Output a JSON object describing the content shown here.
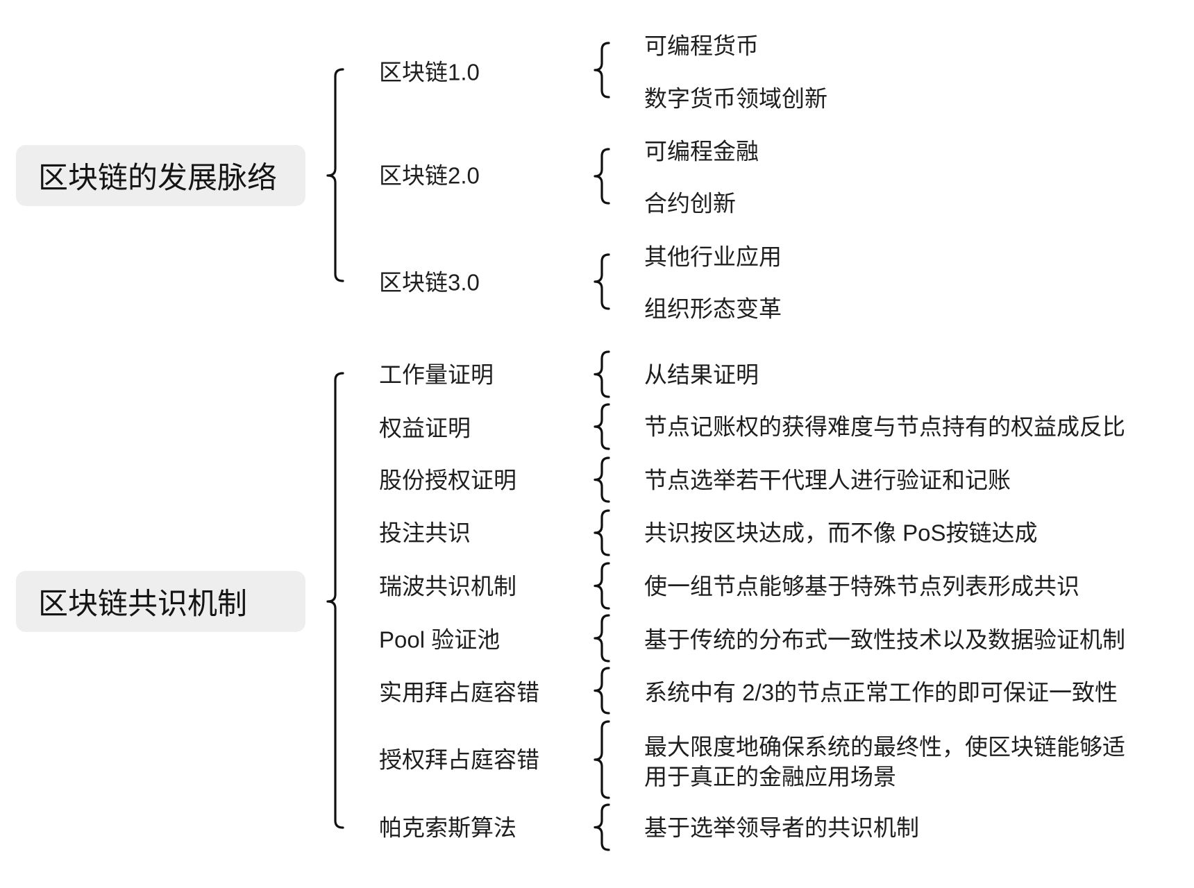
{
  "sections": [
    {
      "title": "区块链的发展脉络",
      "children": [
        {
          "label": "区块链1.0",
          "details": [
            "可编程货币",
            "数字货币领域创新"
          ]
        },
        {
          "label": "区块链2.0",
          "details": [
            "可编程金融",
            "合约创新"
          ]
        },
        {
          "label": "区块链3.0",
          "details": [
            "其他行业应用",
            "组织形态变革"
          ]
        }
      ]
    },
    {
      "title": "区块链共识机制",
      "children": [
        {
          "label": "工作量证明",
          "details": [
            "从结果证明"
          ]
        },
        {
          "label": "权益证明",
          "details": [
            "节点记账权的获得难度与节点持有的权益成反比"
          ]
        },
        {
          "label": "股份授权证明",
          "details": [
            "节点选举若干代理人进行验证和记账"
          ]
        },
        {
          "label": "投注共识",
          "details": [
            "共识按区块达成，而不像 PoS按链达成"
          ]
        },
        {
          "label": "瑞波共识机制",
          "details": [
            "使一组节点能够基于特殊节点列表形成共识"
          ]
        },
        {
          "label": "Pool 验证池",
          "details": [
            "基于传统的分布式一致性技术以及数据验证机制"
          ]
        },
        {
          "label": "实用拜占庭容错",
          "details": [
            "系统中有 2/3的节点正常工作的即可保证一致性"
          ]
        },
        {
          "label": "授权拜占庭容错",
          "details": [
            "最大限度地确保系统的最终性，使区块链能够适\n用于真正的金融应用场景"
          ]
        },
        {
          "label": "帕克索斯算法",
          "details": [
            "基于选举领导者的共识机制"
          ]
        }
      ]
    }
  ],
  "colors": {
    "root_bg": "#eeeeee",
    "text": "#1c1c1c",
    "brace": "#111111",
    "background": "#ffffff"
  }
}
